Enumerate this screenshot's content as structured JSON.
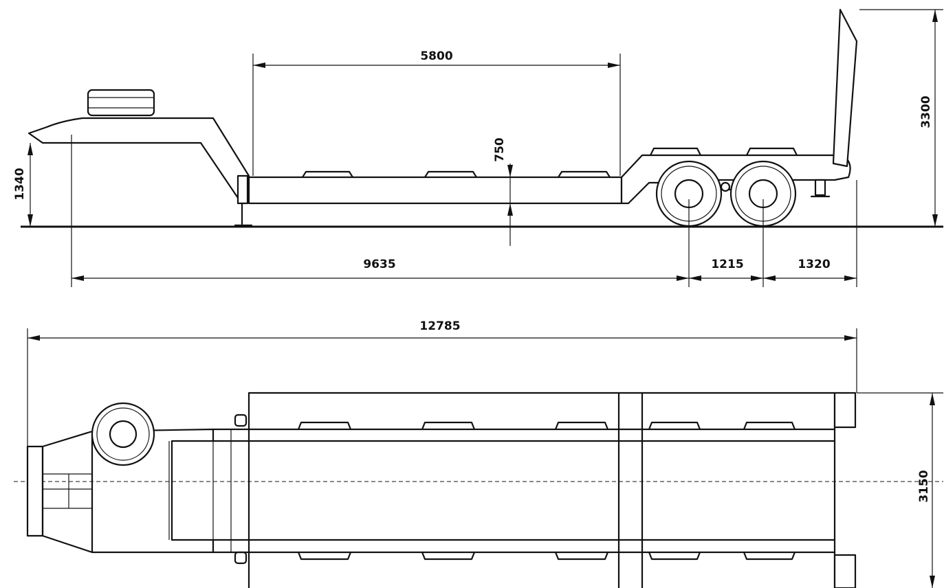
{
  "dimensions": {
    "deck_length": "5800",
    "deck_height": "750",
    "coupling_height": "1340",
    "overall_height": "3300",
    "kingpin_to_axle": "9635",
    "axle_spacing": "1215",
    "rear_overhang": "1320",
    "overall_length": "12785",
    "overall_width": "3150"
  }
}
